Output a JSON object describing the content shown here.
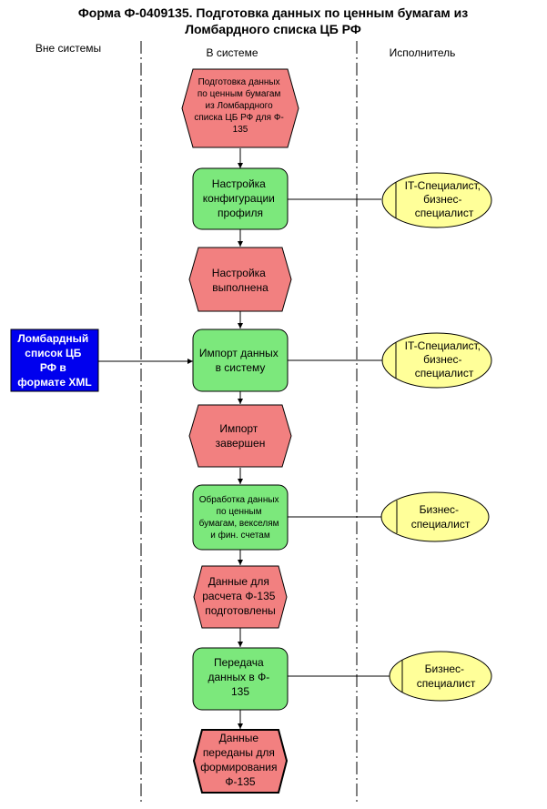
{
  "title": {
    "line1": "Форма Ф-0409135. Подготовка данных по ценным бумагам из",
    "line2": "Ломбардного списка ЦБ РФ"
  },
  "lanes": {
    "outside": "Вне системы",
    "inside": "В системе",
    "executor": "Исполнитель"
  },
  "external": {
    "lines": [
      "Ломбардный",
      "список ЦБ",
      "РФ в",
      "формате XML"
    ]
  },
  "nodes": [
    {
      "lines": [
        "Подготовка данных",
        "по ценным бумагам",
        "из Ломбардного",
        "списка ЦБ РФ для Ф-",
        "135"
      ]
    },
    {
      "lines": [
        "Настройка",
        "конфигурации",
        "профиля"
      ]
    },
    {
      "lines": [
        "Настройка",
        "выполнена"
      ]
    },
    {
      "lines": [
        "Импорт данных",
        "в систему"
      ]
    },
    {
      "lines": [
        "Импорт",
        "завершен"
      ]
    },
    {
      "lines": [
        "Обработка данных",
        "по ценным",
        "бумагам, векселям",
        "и фин. счетам"
      ]
    },
    {
      "lines": [
        "Данные для",
        "расчета Ф-135",
        "подготовлены"
      ]
    },
    {
      "lines": [
        "Передача",
        "данных в Ф-",
        "135"
      ]
    },
    {
      "lines": [
        "Данные",
        "переданы для",
        "формирования",
        "Ф-135"
      ]
    }
  ],
  "actors": [
    {
      "lines": [
        "IT-Специалист,",
        "бизнес-",
        "специалист"
      ]
    },
    {
      "lines": [
        "IT-Специалист,",
        "бизнес-",
        "специалист"
      ]
    },
    {
      "lines": [
        "Бизнес-",
        "специалист"
      ]
    },
    {
      "lines": [
        "Бизнес-",
        "специалист"
      ]
    }
  ],
  "colors": {
    "event_fill": "#f28080",
    "function_fill": "#7ce87c",
    "actor_fill": "#ffff99",
    "external_fill": "#0000ee",
    "line": "#000000"
  }
}
